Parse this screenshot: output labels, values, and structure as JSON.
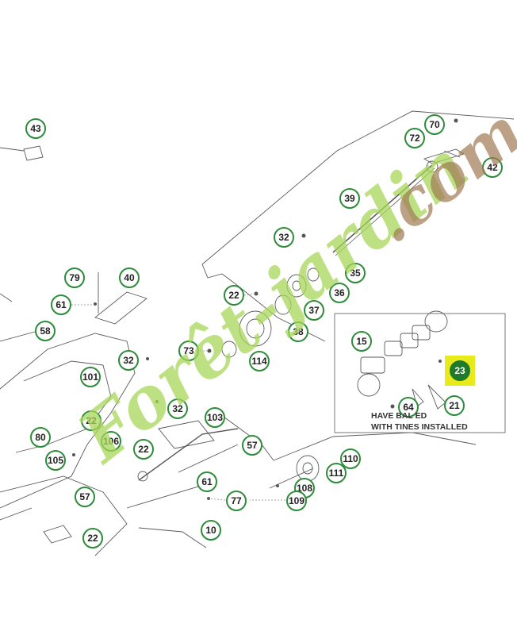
{
  "callouts": [
    {
      "label": "43"
    },
    {
      "label": "70"
    },
    {
      "label": "72"
    },
    {
      "label": "42"
    },
    {
      "label": "39"
    },
    {
      "label": "32"
    },
    {
      "label": "35"
    },
    {
      "label": "79"
    },
    {
      "label": "40"
    },
    {
      "label": "22"
    },
    {
      "label": "36"
    },
    {
      "label": "37"
    },
    {
      "label": "61"
    },
    {
      "label": "58"
    },
    {
      "label": "38"
    },
    {
      "label": "15"
    },
    {
      "label": "73"
    },
    {
      "label": "114"
    },
    {
      "label": "32"
    },
    {
      "label": "23"
    },
    {
      "label": "101"
    },
    {
      "label": "64"
    },
    {
      "label": "21"
    },
    {
      "label": "32"
    },
    {
      "label": "103"
    },
    {
      "label": "22"
    },
    {
      "label": "80"
    },
    {
      "label": "106"
    },
    {
      "label": "22"
    },
    {
      "label": "57"
    },
    {
      "label": "105"
    },
    {
      "label": "110"
    },
    {
      "label": "111"
    },
    {
      "label": "61"
    },
    {
      "label": "108"
    },
    {
      "label": "57"
    },
    {
      "label": "77"
    },
    {
      "label": "109"
    },
    {
      "label": "10"
    },
    {
      "label": "22"
    }
  ],
  "highlighted_callout": "23",
  "inset_note": {
    "line1": "HAVE    BAL    ED",
    "line2": "WITH TINES INSTALLED"
  },
  "watermark": {
    "brand": "Forêt-jardin",
    "suffix": ".com",
    "color_main": "#a8d65a",
    "color_suffix": "#a07a55"
  },
  "colors": {
    "line": "#5a5a5a",
    "callout_border": "#2e8b3a",
    "highlight": "#e8ea1c"
  }
}
